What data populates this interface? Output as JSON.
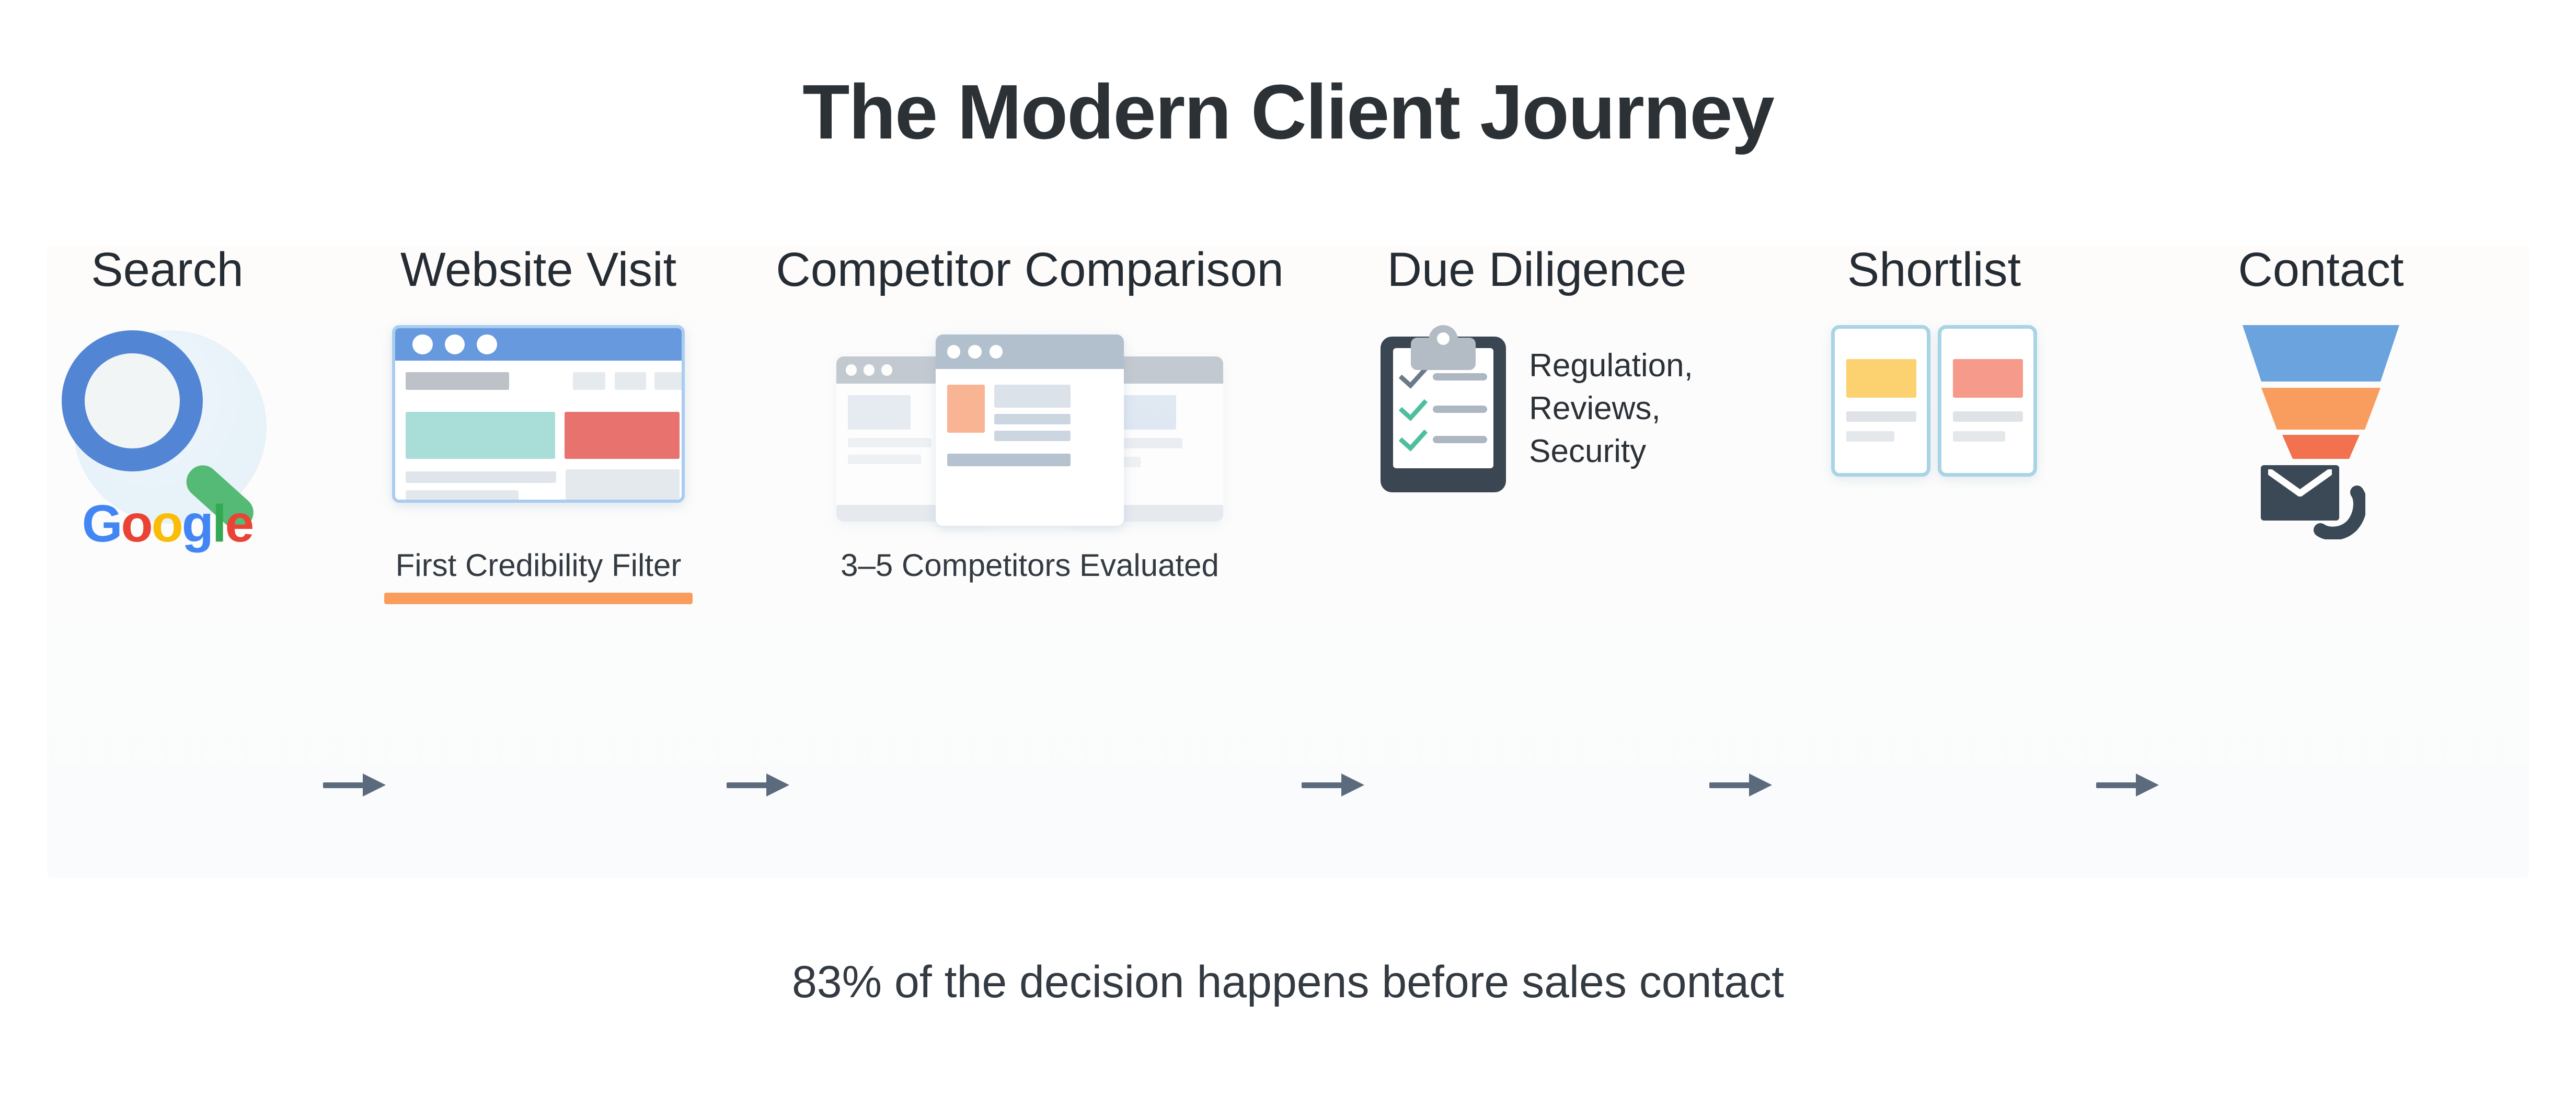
{
  "title": "The Modern Client Journey",
  "footer_note": "83% of the decision happens before sales contact",
  "colors": {
    "title_text": "#2c3136",
    "arrow": "#5b6a7d",
    "underline_accent": "#f99c5c",
    "browser_bar_blue": "#6699dd",
    "teal_block": "#a8ddd8",
    "red_block": "#e8736e",
    "peach_block": "#f9b494",
    "yellow_block": "#fcd270",
    "salmon_block": "#f69b8c",
    "clipboard_dark": "#3a4652",
    "check_teal": "#4dbfa0",
    "funnel_blue": "#6aa3de",
    "funnel_orange": "#f99d5f",
    "funnel_red": "#f2714e",
    "google_blue": "#4285F4",
    "google_red": "#EA4335",
    "google_yellow": "#FBBC05",
    "google_green": "#34A853",
    "panel_background": "#fbfbfb"
  },
  "stages": [
    {
      "label": "Search",
      "icon": "magnifier-icon",
      "brand": {
        "letters": [
          "G",
          "o",
          "o",
          "g",
          "l",
          "e"
        ]
      },
      "caption": ""
    },
    {
      "label": "Website Visit",
      "icon": "browser-window-icon",
      "caption": "First Credibility Filter",
      "caption_underlined": true
    },
    {
      "label": "Competitor Comparison",
      "icon": "stacked-browser-windows-icon",
      "caption": "3–5 Competitors Evaluated",
      "caption_underlined": false
    },
    {
      "label": "Due Diligence",
      "icon": "clipboard-checklist-icon",
      "side_text_lines": [
        "Regulation,",
        "Reviews,",
        "Security"
      ],
      "caption": ""
    },
    {
      "label": "Shortlist",
      "icon": "two-cards-icon",
      "caption": ""
    },
    {
      "label": "Contact",
      "icon": "funnel-icon",
      "secondary_icons": [
        "envelope-icon",
        "phone-icon"
      ],
      "caption": ""
    }
  ],
  "arrow_count": 5
}
